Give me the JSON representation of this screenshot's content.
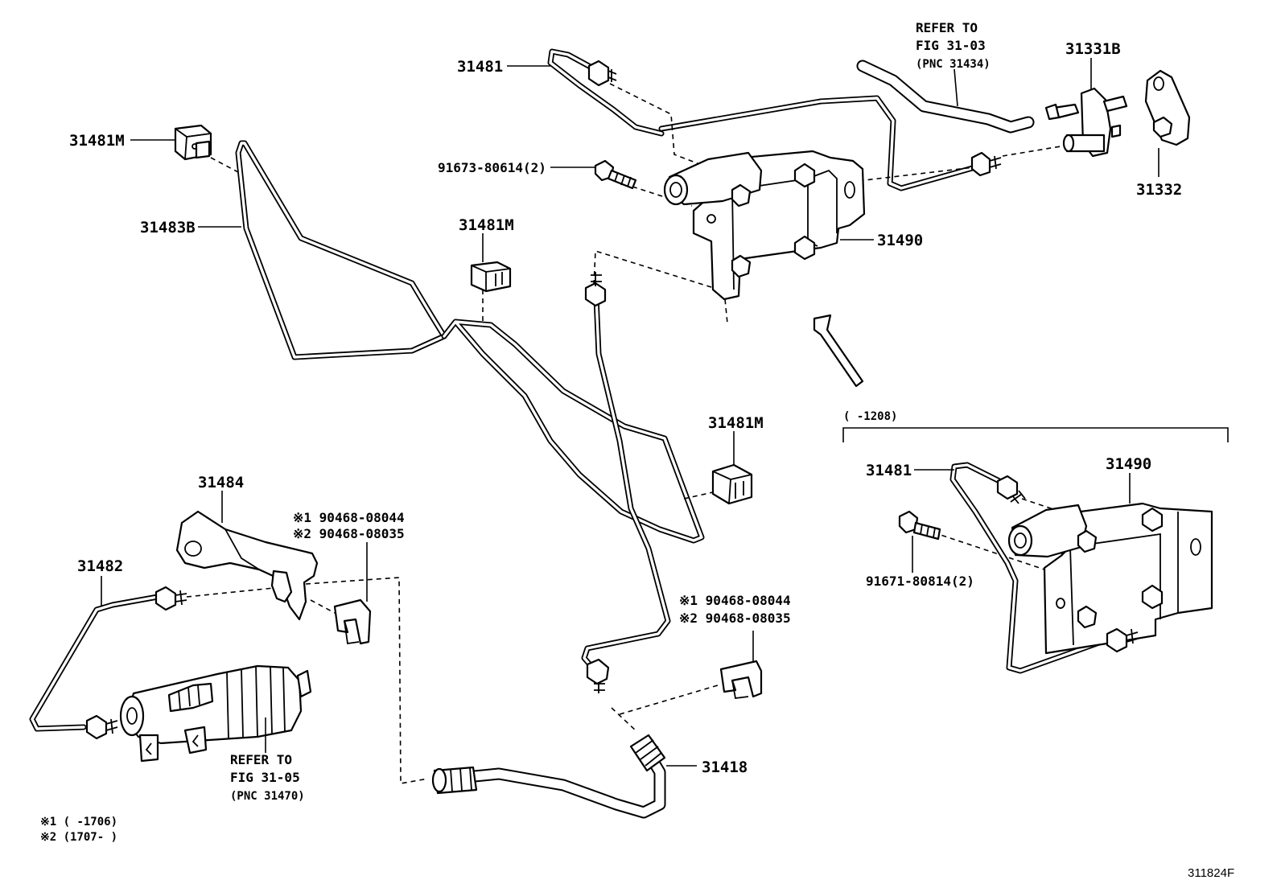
{
  "figure_code": "311824F",
  "labels": {
    "lbl_31481_top": "31481",
    "lbl_31481m_left": "31481M",
    "lbl_31483b": "31483B",
    "lbl_91673": "91673-80614(2)",
    "lbl_31481m_mid": "31481M",
    "lbl_31490_top": "31490",
    "lbl_31331b": "31331B",
    "lbl_31332": "31332",
    "lbl_31481m_right": "31481M",
    "lbl_31484": "31484",
    "lbl_31482": "31482",
    "lbl_31418": "31418",
    "lbl_31481_inset": "31481",
    "lbl_31490_inset": "31490",
    "lbl_91671": "91671-80814(2)"
  },
  "notes": {
    "refer_top_1": "REFER TO",
    "refer_top_2": "FIG 31-03",
    "refer_top_3": "(PNC 31434)",
    "refer_bot_1": "REFER TO",
    "refer_bot_2": "FIG 31-05",
    "refer_bot_3": "(PNC 31470)",
    "clip_a_1": "※1 90468-08044",
    "clip_a_2": "※2 90468-08035",
    "clip_b_1": "※1 90468-08044",
    "clip_b_2": "※2 90468-08035",
    "inset_range": "(     -1208)",
    "legend_1": "※1 (     -1706)",
    "legend_2": "※2 (1707-     )"
  }
}
